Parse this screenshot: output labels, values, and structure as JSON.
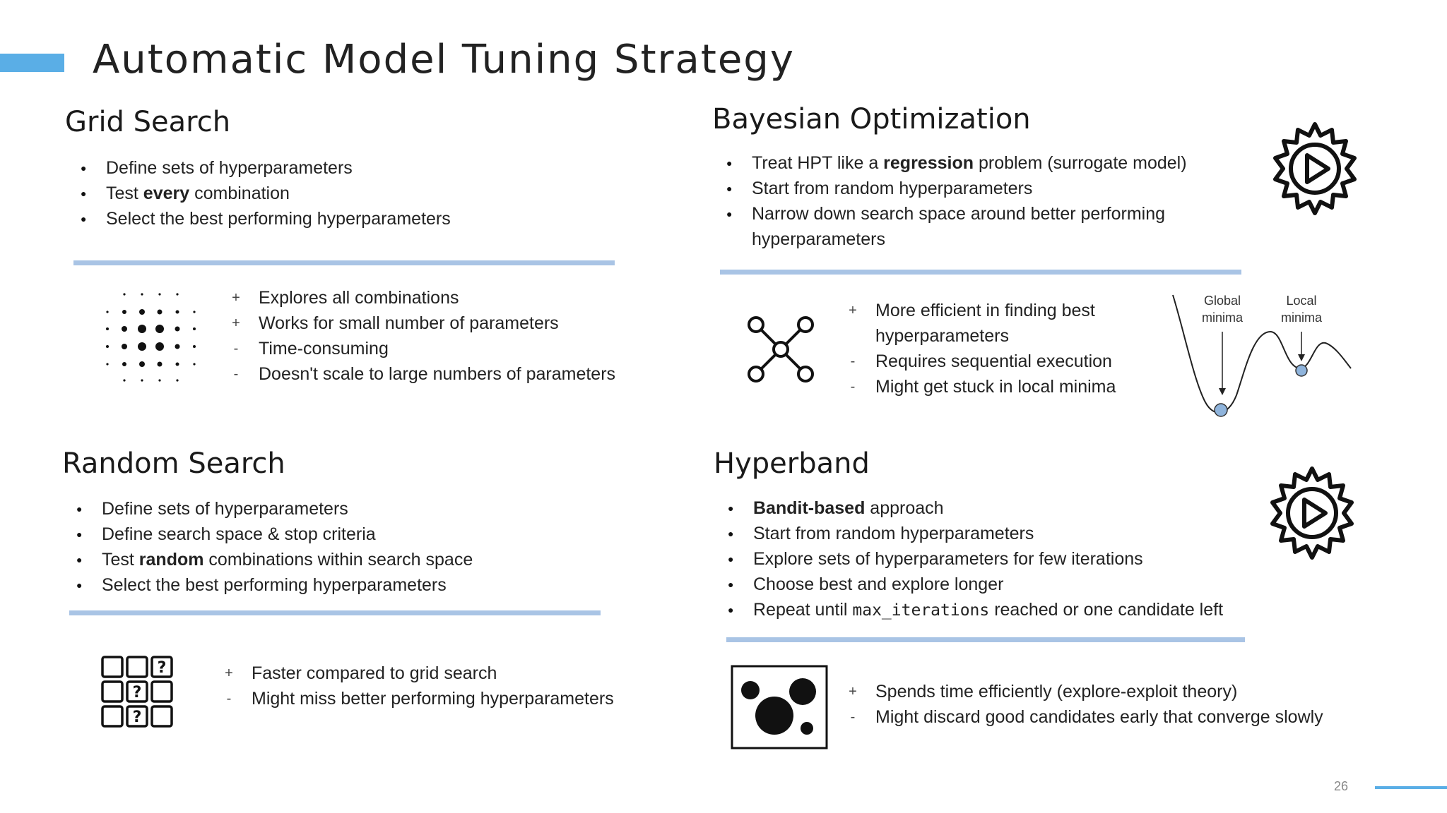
{
  "slide": {
    "title": "Automatic Model Tuning Strategy",
    "page_number": "26",
    "accent_color": "#5aaee6",
    "divider_color": "#a9c4e5"
  },
  "grid_search": {
    "title": "Grid Search",
    "bullets": [
      {
        "before": "Define sets of hyperparameters",
        "bold": "",
        "after": ""
      },
      {
        "before": "Test ",
        "bold": "every",
        "after": " combination"
      },
      {
        "before": "Select the best performing hyperparameters",
        "bold": "",
        "after": ""
      }
    ],
    "pros_cons": [
      {
        "sign": "+",
        "text": "Explores all combinations"
      },
      {
        "sign": "+",
        "text": "Works for small number of parameters"
      },
      {
        "sign": "-",
        "text": "Time-consuming"
      },
      {
        "sign": "-",
        "text": "Doesn't scale to large numbers of parameters"
      }
    ],
    "icon": "dot-grid-icon"
  },
  "bayesian": {
    "title": "Bayesian Optimization",
    "bullets": [
      {
        "before": "Treat HPT like a ",
        "bold": "regression",
        "after": " problem (surrogate model)"
      },
      {
        "before": "Start from random hyperparameters",
        "bold": "",
        "after": ""
      },
      {
        "before": "Narrow down search space around better performing",
        "bold": "",
        "after": ""
      },
      {
        "before": "hyperparameters",
        "bold": "",
        "after": ""
      }
    ],
    "pros_cons": [
      {
        "sign": "+",
        "text": "More efficient in finding best"
      },
      {
        "sign": "",
        "text": "hyperparameters"
      },
      {
        "sign": "-",
        "text": "Requires sequential execution"
      },
      {
        "sign": "-",
        "text": "Might get stuck in local minima"
      }
    ],
    "minima_labels": {
      "global_1": "Global",
      "global_2": "minima",
      "local_1": "Local",
      "local_2": "minima"
    },
    "icon": "gear-play-icon"
  },
  "random_search": {
    "title": "Random Search",
    "bullets": [
      {
        "before": "Define sets of hyperparameters",
        "bold": "",
        "after": ""
      },
      {
        "before": "Define search space & stop criteria",
        "bold": "",
        "after": ""
      },
      {
        "before": "Test ",
        "bold": "random",
        "after": " combinations within search space"
      },
      {
        "before": "Select the best performing hyperparameters",
        "bold": "",
        "after": ""
      }
    ],
    "pros_cons": [
      {
        "sign": "+",
        "text": "Faster compared to grid search"
      },
      {
        "sign": "-",
        "text": "Might miss better performing hyperparameters"
      }
    ],
    "icon": "question-grid-icon",
    "grid_mark": "?"
  },
  "hyperband": {
    "title": "Hyperband",
    "bullets": [
      {
        "before": "",
        "bold": "Bandit-based",
        "after": " approach"
      },
      {
        "before": "Start from random hyperparameters",
        "bold": "",
        "after": ""
      },
      {
        "before": "Explore sets of hyperparameters for few iterations",
        "bold": "",
        "after": ""
      },
      {
        "before": "Choose best and explore longer",
        "bold": "",
        "after": ""
      },
      {
        "before": "Repeat until ",
        "code": "max_iterations",
        "after": " reached or one candidate left"
      }
    ],
    "pros_cons": [
      {
        "sign": "+",
        "text": "Spends time efficiently (explore-exploit theory)"
      },
      {
        "sign": "-",
        "text": "Might discard good candidates early that converge slowly"
      }
    ],
    "icon": "bubbles-icon"
  }
}
